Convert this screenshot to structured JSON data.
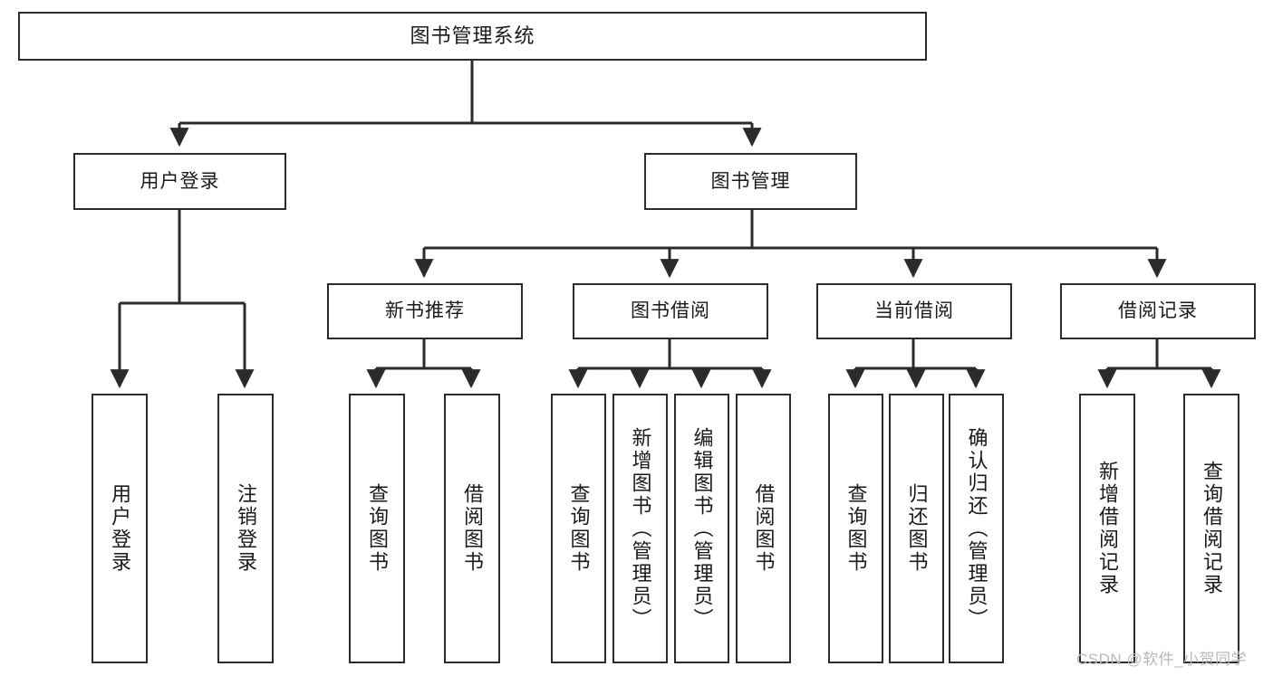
{
  "diagram": {
    "type": "hierarchy-tree",
    "title": "图书管理系统",
    "root": {
      "id": "root",
      "label": "图书管理系统"
    },
    "level2": [
      {
        "id": "user-login",
        "label": "用户登录"
      },
      {
        "id": "book-management",
        "label": "图书管理"
      }
    ],
    "level3": [
      {
        "id": "new-book-recommend",
        "label": "新书推荐",
        "parent": "book-management"
      },
      {
        "id": "book-borrow",
        "label": "图书借阅",
        "parent": "book-management"
      },
      {
        "id": "current-borrow",
        "label": "当前借阅",
        "parent": "book-management"
      },
      {
        "id": "borrow-record",
        "label": "借阅记录",
        "parent": "book-management"
      }
    ],
    "leaves": [
      {
        "id": "leaf-user-login",
        "label": "用户登录",
        "parent": "user-login"
      },
      {
        "id": "leaf-logout-login",
        "label": "注销登录",
        "parent": "user-login"
      },
      {
        "id": "leaf-query-book-1",
        "label": "查询图书",
        "parent": "new-book-recommend"
      },
      {
        "id": "leaf-borrow-book-1",
        "label": "借阅图书",
        "parent": "new-book-recommend"
      },
      {
        "id": "leaf-query-book-2",
        "label": "查询图书",
        "parent": "book-borrow"
      },
      {
        "id": "leaf-add-book",
        "label": "新增图书（管理员）",
        "parent": "book-borrow"
      },
      {
        "id": "leaf-edit-book",
        "label": "编辑图书（管理员）",
        "parent": "book-borrow"
      },
      {
        "id": "leaf-borrow-book-2",
        "label": "借阅图书",
        "parent": "book-borrow"
      },
      {
        "id": "leaf-query-book-3",
        "label": "查询图书",
        "parent": "current-borrow"
      },
      {
        "id": "leaf-return-book",
        "label": "归还图书",
        "parent": "current-borrow"
      },
      {
        "id": "leaf-confirm-return",
        "label": "确认归还（管理员）",
        "parent": "current-borrow"
      },
      {
        "id": "leaf-add-record",
        "label": "新增借阅记录",
        "parent": "borrow-record"
      },
      {
        "id": "leaf-query-record",
        "label": "查询借阅记录",
        "parent": "borrow-record"
      }
    ]
  },
  "watermark": {
    "text": "CSDN @软件_小贺同学"
  },
  "colors": {
    "stroke": "#2b2b2b",
    "background": "#ffffff",
    "text": "#1a1a1a",
    "watermark": "#b9b9b9"
  }
}
